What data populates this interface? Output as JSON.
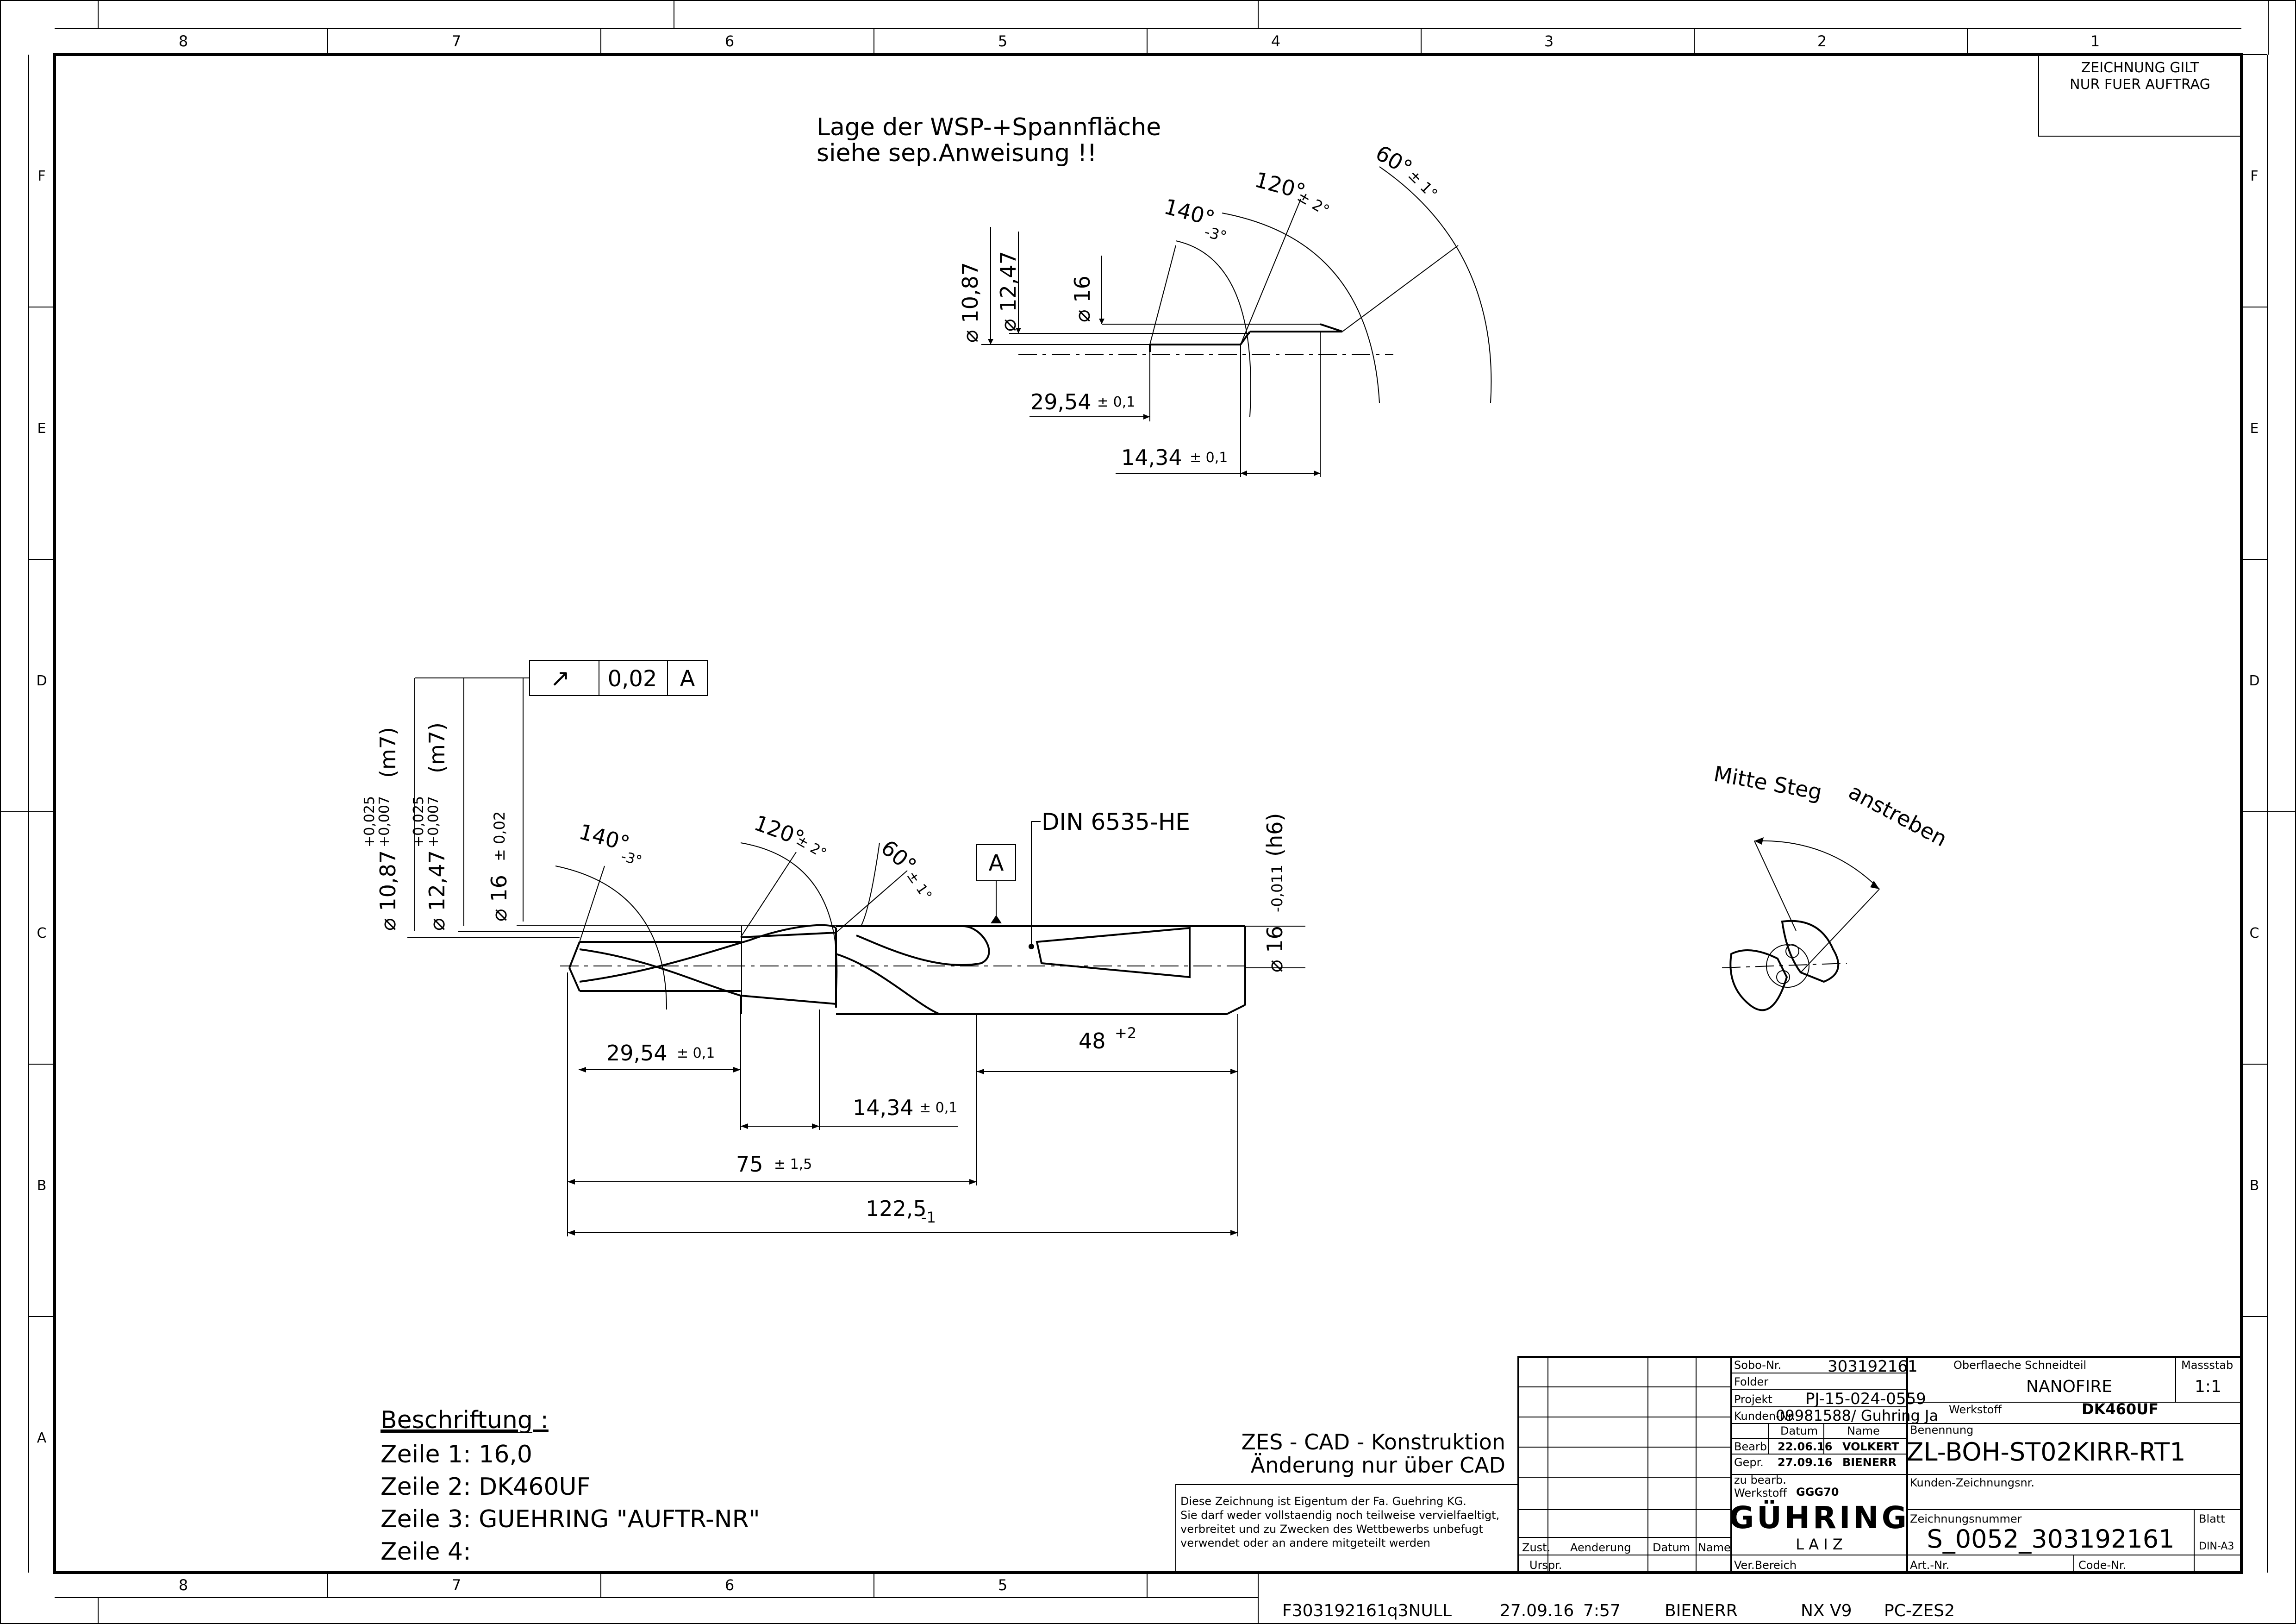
{
  "frame": {
    "col_labels": [
      "8",
      "7",
      "6",
      "5",
      "4",
      "3",
      "2",
      "1"
    ],
    "bottom_col_labels": [
      "8",
      "7",
      "6",
      "5"
    ],
    "row_labels": [
      "F",
      "E",
      "D",
      "C",
      "B",
      "A"
    ],
    "stamp_line1": "ZEICHNUNG GILT",
    "stamp_line2": "NUR FUER AUFTRAG"
  },
  "top_view": {
    "note_line1": "Lage der WSP-+Spannfläche",
    "note_line2": "siehe sep.Anweisung !!",
    "dia1": "⌀ 10,87",
    "dia2": "⌀ 12,47",
    "dia3": "⌀ 16",
    "angle1": "140°",
    "angle1_tol": "-3°",
    "angle2": "120°",
    "angle2_tol": "± 2°",
    "angle3": "60°",
    "angle3_tol": "± 1°",
    "len1": "29,54",
    "len1_tol": "± 0,1",
    "len2": "14,34",
    "len2_tol": "± 0,1"
  },
  "main_view": {
    "tolerance_symbol": "↗",
    "tolerance_value": "0,02",
    "tolerance_datum": "A",
    "datum_label": "A",
    "shank_note": "DIN 6535-HE",
    "dia1": "⌀ 10,87",
    "dia1_tol_upper": "+0,025",
    "dia1_tol_lower": "+0,007",
    "dia1_fit": "(m7)",
    "dia2": "⌀ 12,47",
    "dia2_tol_upper": "+0,025",
    "dia2_tol_lower": "+0,007",
    "dia2_fit": "(m7)",
    "dia3": "⌀ 16",
    "dia3_tol": "± 0,02",
    "shank_dia": "⌀ 16",
    "shank_dia_tol": "-0,011",
    "shank_fit": "(h6)",
    "angle1": "140°",
    "angle1_tol": "-3°",
    "angle2": "120°",
    "angle2_tol": "± 2°",
    "angle3": "60°",
    "angle3_tol": "± 1°",
    "len_a": "29,54",
    "len_a_tol": "± 0,1",
    "len_b": "14,34",
    "len_b_tol": "± 0,1",
    "len_c": "75",
    "len_c_tol": "± 1,5",
    "len_d": "48",
    "len_d_tol": "+2",
    "len_total": "122,5",
    "len_total_tol": "-1"
  },
  "end_view": {
    "note_line1": "Mitte Steg",
    "note_line2": "anstreben"
  },
  "marking": {
    "title": "Beschriftung :",
    "line1": "Zeile 1: 16,0",
    "line2": "Zeile 2: DK460UF",
    "line3": "Zeile 3: GUEHRING \"AUFTR-NR\"",
    "line4": "Zeile 4:"
  },
  "zes": {
    "line1": "ZES - CAD - Konstruktion",
    "line2": "Änderung nur über CAD"
  },
  "copyright": {
    "line1": "Diese Zeichnung ist Eigentum der Fa. Guehring KG.",
    "line2": "Sie darf weder vollstaendig noch teilweise vervielfaeltigt,",
    "line3": "verbreitet und zu Zwecken des Wettbewerbs unbefugt",
    "line4": "verwendet oder an andere mitgeteilt werden"
  },
  "title_block": {
    "sobo_label": "Sobo-Nr.",
    "sobo_value": "303192161",
    "folder_label": "Folder",
    "projekt_label": "Projekt",
    "projekt_value": "PJ-15-024-0559",
    "kunden_label": "Kunden-Nr.",
    "kunden_value": "09981588/ Guhring Ja",
    "datum_head": "Datum",
    "name_head": "Name",
    "bearb_label": "Bearb.",
    "bearb_date": "22.06.16",
    "bearb_name": "VOLKERT",
    "gepr_label": "Gepr.",
    "gepr_date": "27.09.16",
    "gepr_name": "BIENERR",
    "zubearb_label1": "zu bearb.",
    "zubearb_label2": "Werkstoff",
    "zubearb_value": "GGG70",
    "surface_label": "Oberflaeche Schneidteil",
    "surface_value": "NANOFIRE",
    "scale_label": "Massstab",
    "scale_value": "1:1",
    "werkstoff_label": "Werkstoff",
    "werkstoff_value": "DK460UF",
    "benennung_label": "Benennung",
    "benennung_value": "ZL-BOH-ST02KIRR-RT1",
    "kundenz_label": "Kunden-Zeichnungsnr.",
    "logo": "GÜHRING",
    "logo_sub": "L A I Z",
    "zeichnungs_label": "Zeichnungsnummer",
    "zeichnungs_value": "S_0052_303192161",
    "blatt_label": "Blatt",
    "format_value": "DIN-A3",
    "zust_label": "Zust.",
    "aenderung_label": "Aenderung",
    "datum_label": "Datum",
    "name_label": "Name",
    "urspr_label": "Urspr.",
    "verbereich_label": "Ver.Bereich",
    "artnr_label": "Art.-Nr.",
    "codenr_label": "Code-Nr."
  },
  "footer": {
    "file": "F303192161q3NULL",
    "date": "27.09.16",
    "time": "7:57",
    "user": "BIENERR",
    "system": "NX  V9",
    "station": "PC-ZES2"
  }
}
